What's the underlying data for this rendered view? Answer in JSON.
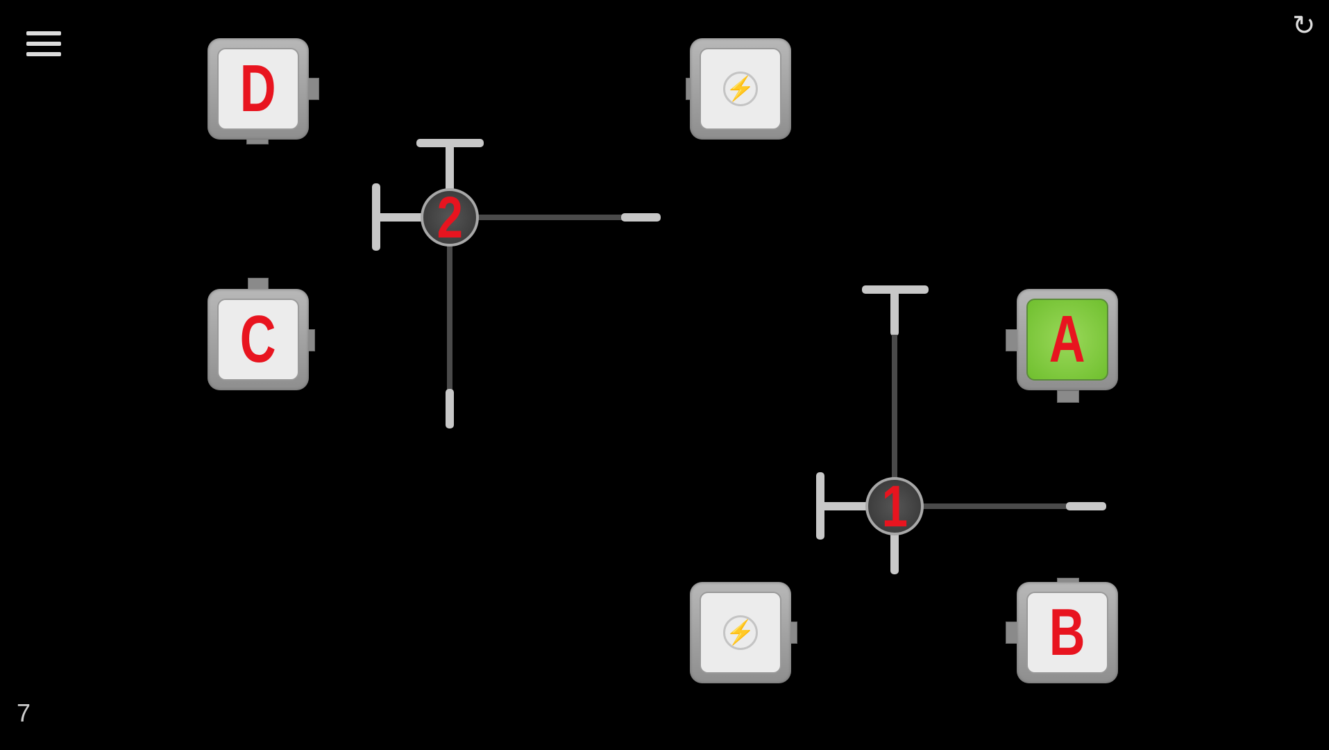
{
  "level": "7",
  "icons": {
    "menu": "hamburger-menu-icon",
    "reset": "refresh-icon"
  },
  "tiles": {
    "D": {
      "label": "D",
      "lit": false
    },
    "C": {
      "label": "C",
      "lit": false
    },
    "A": {
      "label": "A",
      "lit": true
    },
    "B": {
      "label": "B",
      "lit": false
    }
  },
  "junctions": {
    "j1": "1",
    "j2": "2"
  },
  "colors": {
    "letter": "#e8141f",
    "lit": "#7dc93c"
  }
}
